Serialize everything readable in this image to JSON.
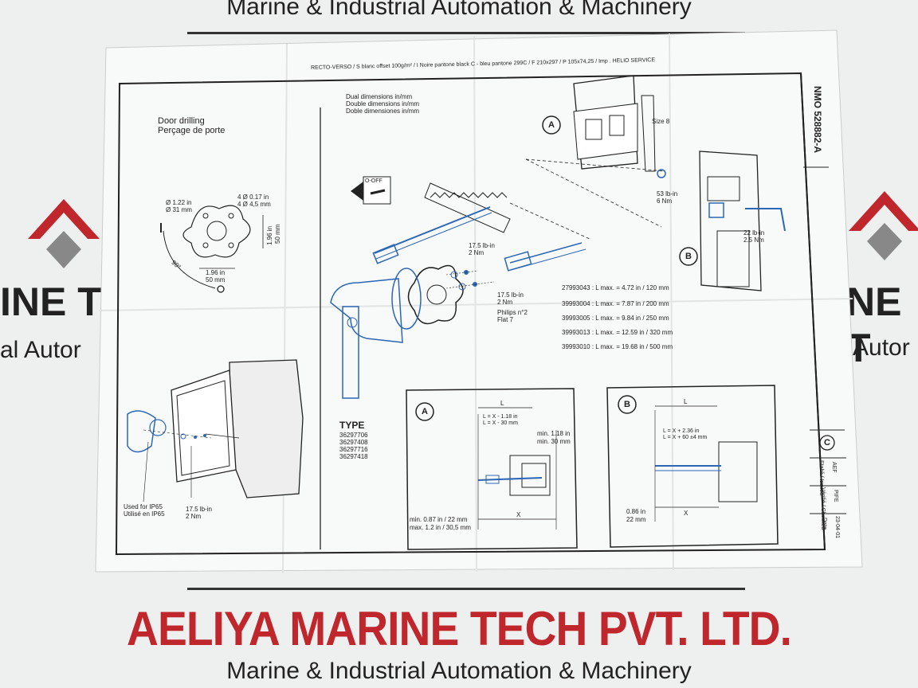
{
  "top_banner": "Marine & Industrial Automation & Machinery",
  "brand_name": "AELIYA MARINE TECH PVT. LTD.",
  "bottom_banner": "Marine & Industrial Automation & Machinery",
  "side_left": {
    "big": "INE TC",
    "sub": "al Autor"
  },
  "side_right": {
    "big": "NE T",
    "sub": "Autor"
  },
  "sheet": {
    "print_spec": "RECTO-VERSO / S blanc offset 100g/m² / I Noire pantone black C - bleu pantone 299C / F 210x297 / P 105x74,25 / Imp . HELIO SERVICE",
    "doc_number": "NMO 528882-A",
    "door_drilling": {
      "title_en": "Door drilling",
      "title_fr": "Perçage de porte"
    },
    "dims": {
      "d122": "Ø 1.22 in",
      "d31": "Ø 31 mm",
      "d017": "4 Ø 0.17 in",
      "d45": "4 Ø 4,5 mm",
      "h196": "1.96 in",
      "h50": "50 mm",
      "w196": "1.96 in",
      "w50": "50 mm",
      "angle": "90°"
    },
    "dual": [
      "Dual dimensions  in/mm",
      "Double dimensions  in/mm",
      "Doble dimensiones  in/mm"
    ],
    "off_label": "O-OFF",
    "torques": {
      "t1": [
        "17.5 lb-in",
        "2 Nm"
      ],
      "t2": [
        "17.5 lb-in",
        "2 Nm"
      ],
      "t3": [
        "53 lb-in",
        "6 Nm"
      ],
      "t4": [
        "22 lb-in",
        "2.5 Nm"
      ],
      "t5": [
        "17.5 lb-in",
        "2 Nm"
      ]
    },
    "philips": [
      "Philips n°2",
      "Flat 7"
    ],
    "size": "Size 8",
    "shafts": [
      "27993043 : L max. = 4.72 in / 120 mm",
      "39993004 : L max. = 7.87 in / 200 mm",
      "39993005 : L max. = 9.84 in / 250 mm",
      "39993013 : L max. = 12.59 in / 320 mm",
      "39993010 : L max. = 19.68 in / 500 mm"
    ],
    "type_title": "TYPE",
    "types": [
      "36297706",
      "36297408",
      "36297716",
      "36297418"
    ],
    "ip65": [
      "Used for IP65",
      "Utilisé en IP65"
    ],
    "callouts": {
      "a": "A",
      "b": "B"
    },
    "box_a": {
      "L": "L",
      "formula1": "L = X - 1.18 in",
      "formula2": "L = X - 30 mm",
      "min1": "min. 1.18 in",
      "min2": "min. 30 mm",
      "min3": "min. 0.87 in / 22 mm",
      "max3": "max. 1.2 in / 30,5 mm",
      "X": "X"
    },
    "box_b": {
      "L": "L",
      "formula1": "L = X + 2.36 in",
      "formula2": "L = X + 60 ±4 mm",
      "d1": "0.86 in",
      "d2": "22 mm",
      "X": "X"
    },
    "title_block": {
      "rev": "C",
      "c1": "AEF",
      "c1b": "Etabli / Issued",
      "c2": "PIFE",
      "c2b": "Vérifié / Checked",
      "c3": "23-04-01",
      "c3b": "Date"
    }
  }
}
